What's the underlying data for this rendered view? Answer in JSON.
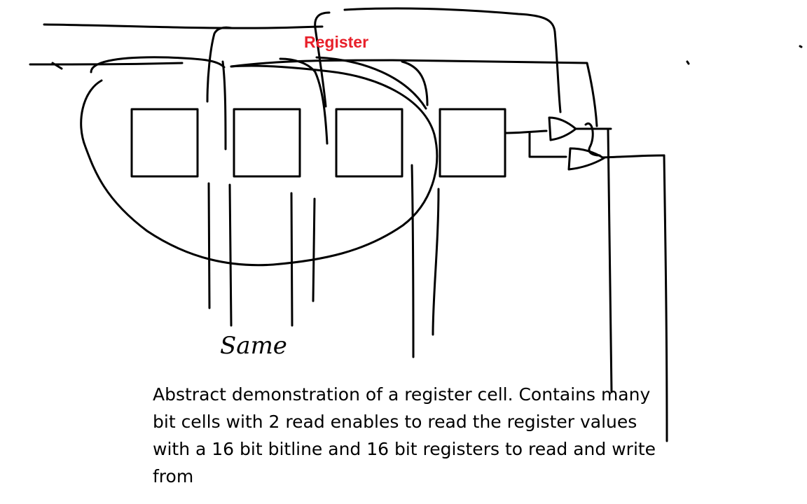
{
  "diagram": {
    "title": "Register",
    "handwritten_label": "Same",
    "caption": "Abstract demonstration of a register cell. Contains many bit cells with 2 read enables to read the register values with a 16 bit bitline and 16 bit registers to read and write from",
    "bit_cells": [
      "bit-cell-1",
      "bit-cell-2",
      "bit-cell-3",
      "bit-cell-4"
    ],
    "read_enable_gates": [
      "read-enable-gate-1",
      "read-enable-gate-2"
    ]
  },
  "colors": {
    "title": "#e8202a",
    "ink": "#000000",
    "background": "#ffffff"
  }
}
